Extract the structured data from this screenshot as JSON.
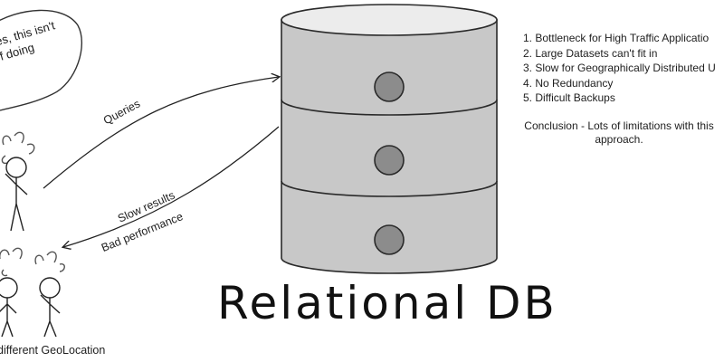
{
  "thought_bubble": {
    "text": "ues, this isn't\nof doing"
  },
  "edges": {
    "queries": "Queries",
    "slow_results": "Slow results",
    "bad_performance": "Bad performance"
  },
  "database": {
    "title": "Relational DB",
    "body_color": "#c8c8c8",
    "top_color": "#ececec",
    "disk_color": "#8c8c8c"
  },
  "limitations": {
    "items": [
      "1. Bottleneck for High Traffic Applicatio",
      "2. Large Datasets can't fit in",
      "3. Slow for Geographically Distributed U",
      "4. No Redundancy",
      "5. Difficult Backups"
    ],
    "conclusion": "Conclusion - Lots of limitations with this approach."
  },
  "users": {
    "caption": "different GeoLocation"
  }
}
